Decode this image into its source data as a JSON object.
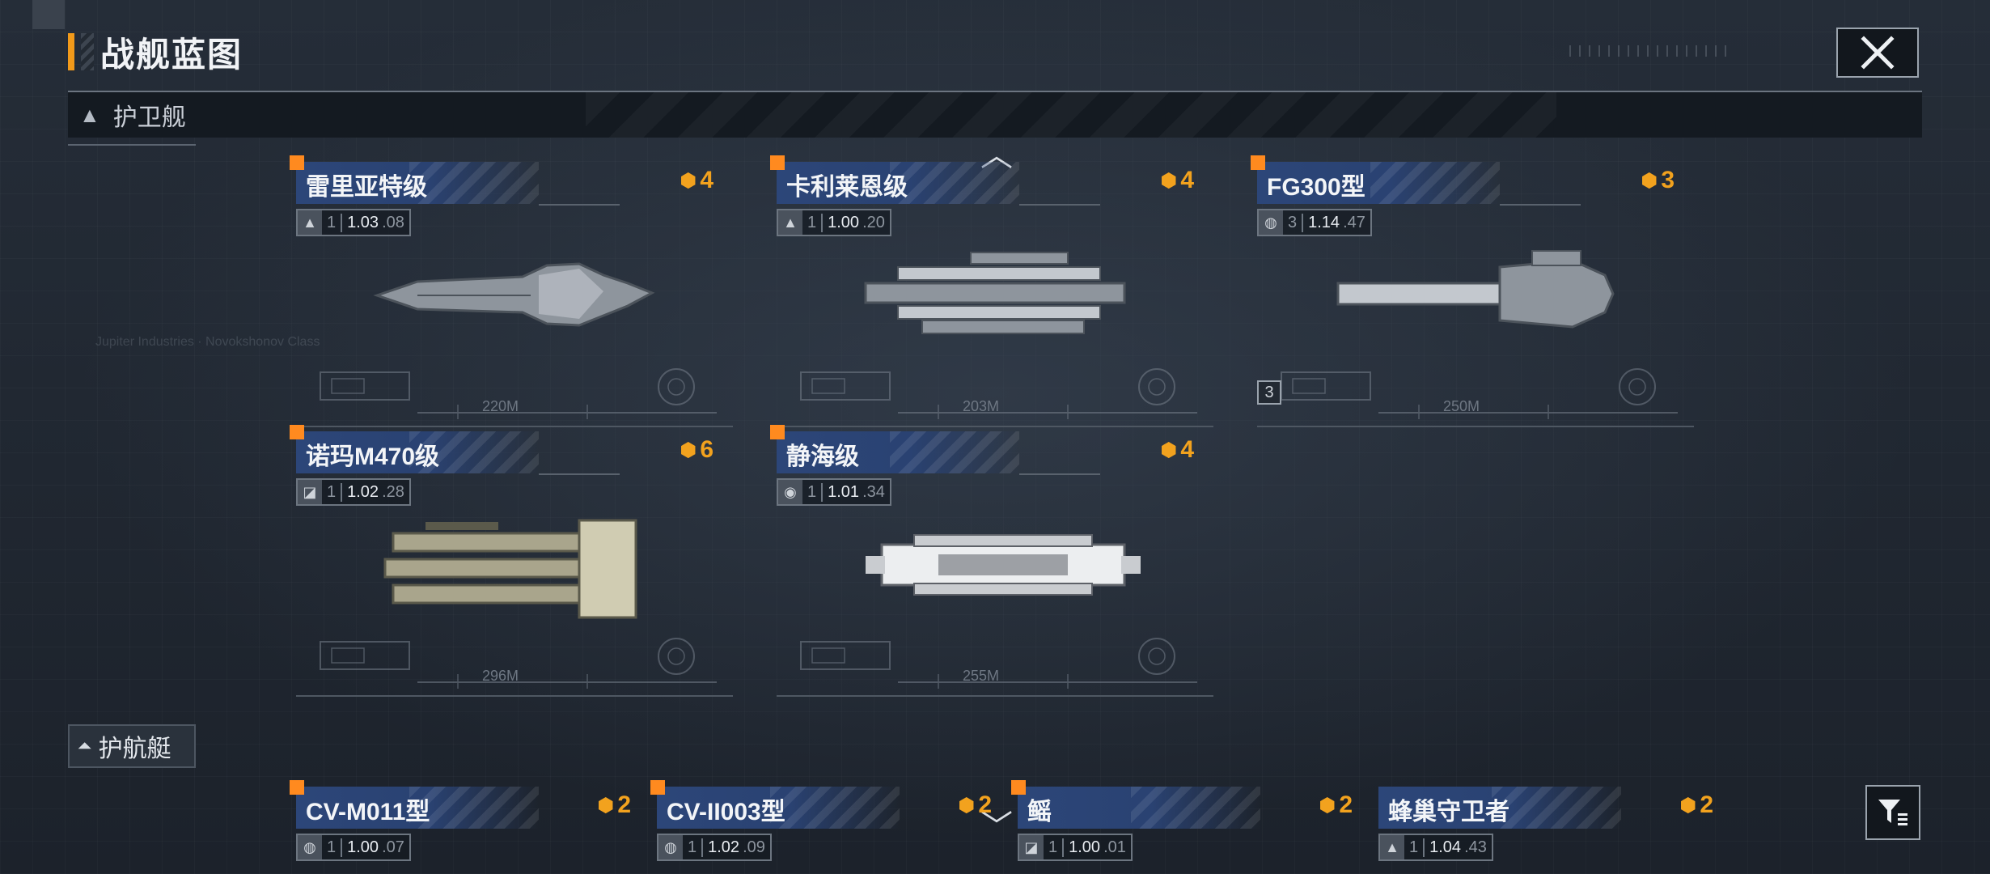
{
  "title": "战舰蓝图",
  "sections": {
    "escort": {
      "label": "护卫舰"
    },
    "corvette": {
      "label": "护航艇"
    }
  },
  "icons": {
    "close": "close-icon",
    "filter": "filter-icon",
    "scroll_up": "chevron-up-icon",
    "scroll_down": "chevron-down-icon",
    "cost": "command-point-icon"
  },
  "colors": {
    "accent": "#f29a1a",
    "cost": "#f2a21e",
    "name_bar": "#2c4679",
    "marker": "#ff8a1f"
  },
  "ships": [
    {
      "name": "雷里亚特级",
      "cost": "4",
      "icon": "rocket-icon",
      "count": "1",
      "v_main": "1.03",
      "v_sub": ".08",
      "length": "220M",
      "palette": "steel"
    },
    {
      "name": "卡利莱恩级",
      "cost": "4",
      "icon": "rocket-icon",
      "count": "1",
      "v_main": "1.00",
      "v_sub": ".20",
      "length": "203M",
      "palette": "steel"
    },
    {
      "name": "FG300型",
      "cost": "3",
      "icon": "globe-icon",
      "count": "3",
      "v_main": "1.14",
      "v_sub": ".47",
      "length": "250M",
      "palette": "steel",
      "badge": "3"
    },
    {
      "name": "诺玛M470级",
      "cost": "6",
      "icon": "gun-icon",
      "count": "1",
      "v_main": "1.02",
      "v_sub": ".28",
      "length": "296M",
      "palette": "khaki"
    },
    {
      "name": "静海级",
      "cost": "4",
      "icon": "face-icon",
      "count": "1",
      "v_main": "1.01",
      "v_sub": ".34",
      "length": "255M",
      "palette": "white"
    }
  ],
  "corvettes": [
    {
      "name": "CV-M011型",
      "cost": "2",
      "icon": "globe-icon",
      "count": "1",
      "v_main": "1.00",
      "v_sub": ".07"
    },
    {
      "name": "CV-II003型",
      "cost": "2",
      "icon": "globe-icon",
      "count": "1",
      "v_main": "1.02",
      "v_sub": ".09"
    },
    {
      "name": "鳐",
      "cost": "2",
      "icon": "gun-icon",
      "count": "1",
      "v_main": "1.00",
      "v_sub": ".01"
    },
    {
      "name": "蜂巢守卫者",
      "cost": "2",
      "icon": "rocket-icon",
      "count": "1",
      "v_main": "1.04",
      "v_sub": ".43"
    }
  ]
}
